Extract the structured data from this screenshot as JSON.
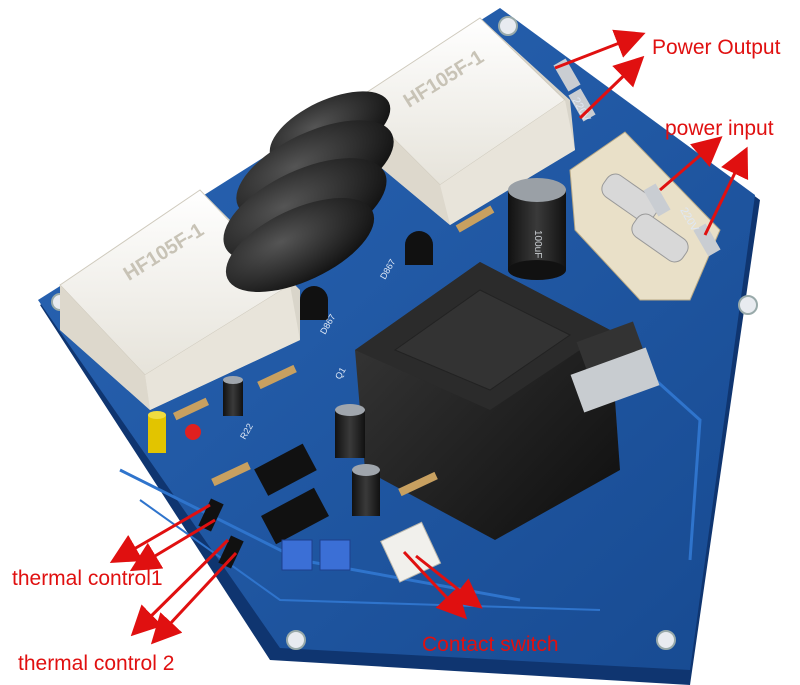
{
  "labels": {
    "power_output": "Power Output",
    "power_input": "power input",
    "thermal_control_1": "thermal control1",
    "thermal_control_2": "thermal control 2",
    "contact_switch": "Contact switch"
  },
  "relays": {
    "left_model": "HF105F-1",
    "right_model": "HF105F-1"
  },
  "board_markings": {
    "voltage_top": "220V",
    "voltage_right": "220V",
    "cap_rating": "100uF",
    "diode_1": "D867",
    "diode_2": "D867",
    "q_label": "Q1",
    "r_label": "R22"
  },
  "colors": {
    "pcb": "#1f5aa8",
    "pcb_dark": "#163f7a",
    "relay": "#f4f2ec",
    "transformer": "#1a1a1a",
    "arrow": "#e01010",
    "fuse_holder": "#e9e0c8"
  }
}
